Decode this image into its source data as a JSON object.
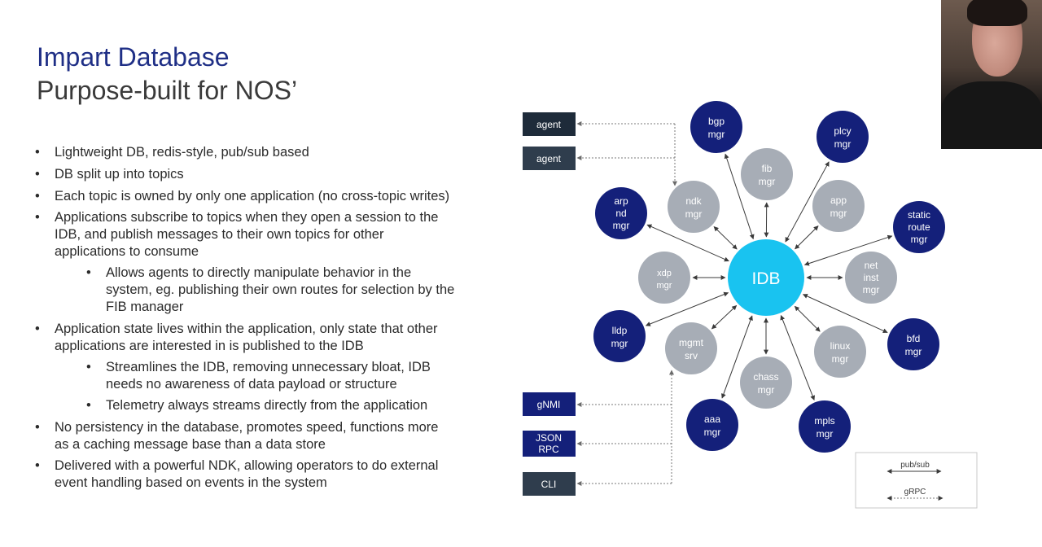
{
  "slide": {
    "title_line1": "Impart Database",
    "title_line2": "Purpose-built for NOS’"
  },
  "bullets": {
    "b1": "Lightweight DB, redis-style, pub/sub based",
    "b2": "DB split up into topics",
    "b3": "Each topic is owned by only one application (no cross-topic writes)",
    "b4": [
      "Applications subscribe to topics when they open a session to the",
      "IDB, and publish messages to their own topics for other",
      "applications to consume"
    ],
    "b4a": [
      "Allows agents to directly manipulate behavior in the",
      "system, eg. publishing their own routes for selection by the",
      "FIB manager"
    ],
    "b5": [
      "Application state lives within the application, only state that other",
      "applications are interested in is published to the IDB"
    ],
    "b5a": [
      "Streamlines the IDB, removing unnecessary bloat, IDB",
      "needs no awareness of data payload or structure"
    ],
    "b5b": "Telemetry always streams directly from the application",
    "b6": [
      "No persistency in the database, promotes speed, functions more",
      "as a caching message base than a data store"
    ],
    "b7": [
      "Delivered with a powerful NDK, allowing operators to do external",
      "event handling based on events in the system"
    ]
  },
  "diagram": {
    "center": "IDB",
    "colors": {
      "center": "#19c3f0",
      "dark": "#14207a",
      "light": "#a7adb6",
      "box": "#1e2b3a"
    },
    "dark_nodes": [
      [
        "bgp",
        "mgr"
      ],
      [
        "plcy",
        "mgr"
      ],
      [
        "arp",
        "nd",
        "mgr"
      ],
      [
        "static",
        "route",
        "mgr"
      ],
      [
        "lldp",
        "mgr"
      ],
      [
        "bfd",
        "mgr"
      ],
      [
        "aaa",
        "mgr"
      ],
      [
        "mpls",
        "mgr"
      ]
    ],
    "light_nodes": [
      [
        "fib",
        "mgr"
      ],
      [
        "ndk",
        "mgr"
      ],
      [
        "app",
        "mgr"
      ],
      [
        "xdp",
        "mgr"
      ],
      [
        "net",
        "inst",
        "mgr"
      ],
      [
        "mgmt",
        "srv"
      ],
      [
        "linux",
        "mgr"
      ],
      [
        "chass",
        "mgr"
      ]
    ],
    "boxes": {
      "agent1": "agent",
      "agent2": "agent",
      "gnmi": "gNMI",
      "json": [
        "JSON",
        "RPC"
      ],
      "cli": "CLI"
    },
    "legend": {
      "pubsub": "pub/sub",
      "grpc": "gRPC"
    }
  }
}
